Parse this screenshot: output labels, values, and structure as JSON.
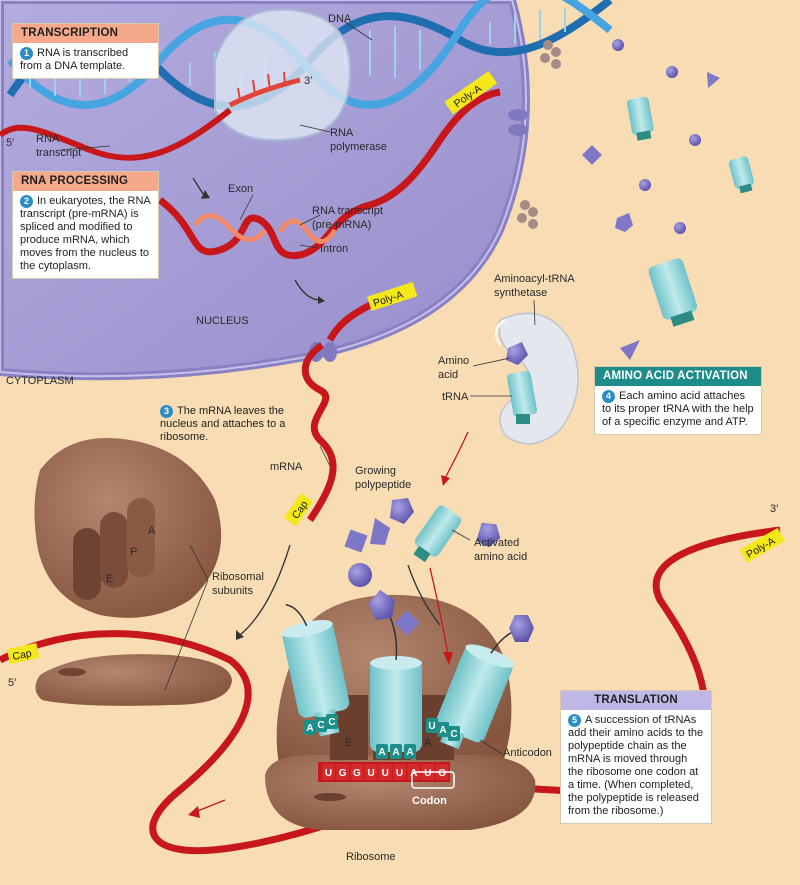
{
  "colors": {
    "cytoplasm": "#f8dcb4",
    "nucleus": "#a9a0d6",
    "mrna": "#c8171b",
    "dna": "#2f8fd0",
    "ribosome": "#9c6a55",
    "trna": "#8fd2d6",
    "amino_acid": "#7e76c6",
    "transcription_header": "#f6a98a",
    "processing_header": "#f6a98a",
    "activation_header": "#1f8c8c",
    "translation_header": "#bfb8e6",
    "poly_a_tag": "#f4e81a",
    "step_number": "#2c8cc4"
  },
  "steps": {
    "transcription": {
      "header": "TRANSCRIPTION",
      "number": "1",
      "text": "RNA is transcribed from a DNA template."
    },
    "processing": {
      "header": "RNA PROCESSING",
      "number": "2",
      "text": "In eukaryotes, the RNA transcript (pre-mRNA) is spliced and modified to produce mRNA, which moves from the nucleus to the cytoplasm."
    },
    "leaves": {
      "number": "3",
      "text": "The mRNA leaves the nucleus and attaches to a ribosome."
    },
    "activation": {
      "header": "AMINO ACID ACTIVATION",
      "number": "4",
      "text": "Each amino acid attaches to its proper tRNA with the help of a specific enzyme and ATP."
    },
    "translation": {
      "header": "TRANSLATION",
      "number": "5",
      "text": "A succession of tRNAs add their amino acids to the polypeptide chain as the mRNA is moved through the ribosome one codon at a time. (When completed, the polypeptide is released from the ribosome.)"
    }
  },
  "labels": {
    "dna": "DNA",
    "three_prime_dna": "3′",
    "five_prime_top": "5′",
    "rna_transcript": "RNA transcript",
    "rna_polymerase": "RNA polymerase",
    "exon": "Exon",
    "rna_transcript_pre": "RNA transcript (pre-mRNA)",
    "intron": "Intron",
    "nucleus": "NUCLEUS",
    "cytoplasm": "CYTOPLASM",
    "poly_a": "Poly-A",
    "cap": "Cap",
    "aminoacyl_trna_synthetase": "Aminoacyl-tRNA synthetase",
    "amino_acid": "Amino acid",
    "trna": "tRNA",
    "mrna": "mRNA",
    "growing_polypeptide": "Growing polypeptide",
    "activated_amino_acid": "Activated amino acid",
    "ribosomal_subunits": "Ribosomal subunits",
    "site_a": "A",
    "site_p": "P",
    "site_e": "E",
    "anticodon": "Anticodon",
    "codon": "Codon",
    "ribosome": "Ribosome",
    "five_prime_bottom": "5′",
    "three_prime_bottom": "3′"
  },
  "sequences": {
    "mrna_codons": [
      "U",
      "G",
      "G",
      "U",
      "U",
      "U",
      "A",
      "U",
      "G"
    ],
    "anticodon_left": [
      "A",
      "C",
      "C"
    ],
    "anticodon_middle": [
      "A",
      "A",
      "A"
    ],
    "anticodon_right": [
      "U",
      "A",
      "C"
    ]
  }
}
